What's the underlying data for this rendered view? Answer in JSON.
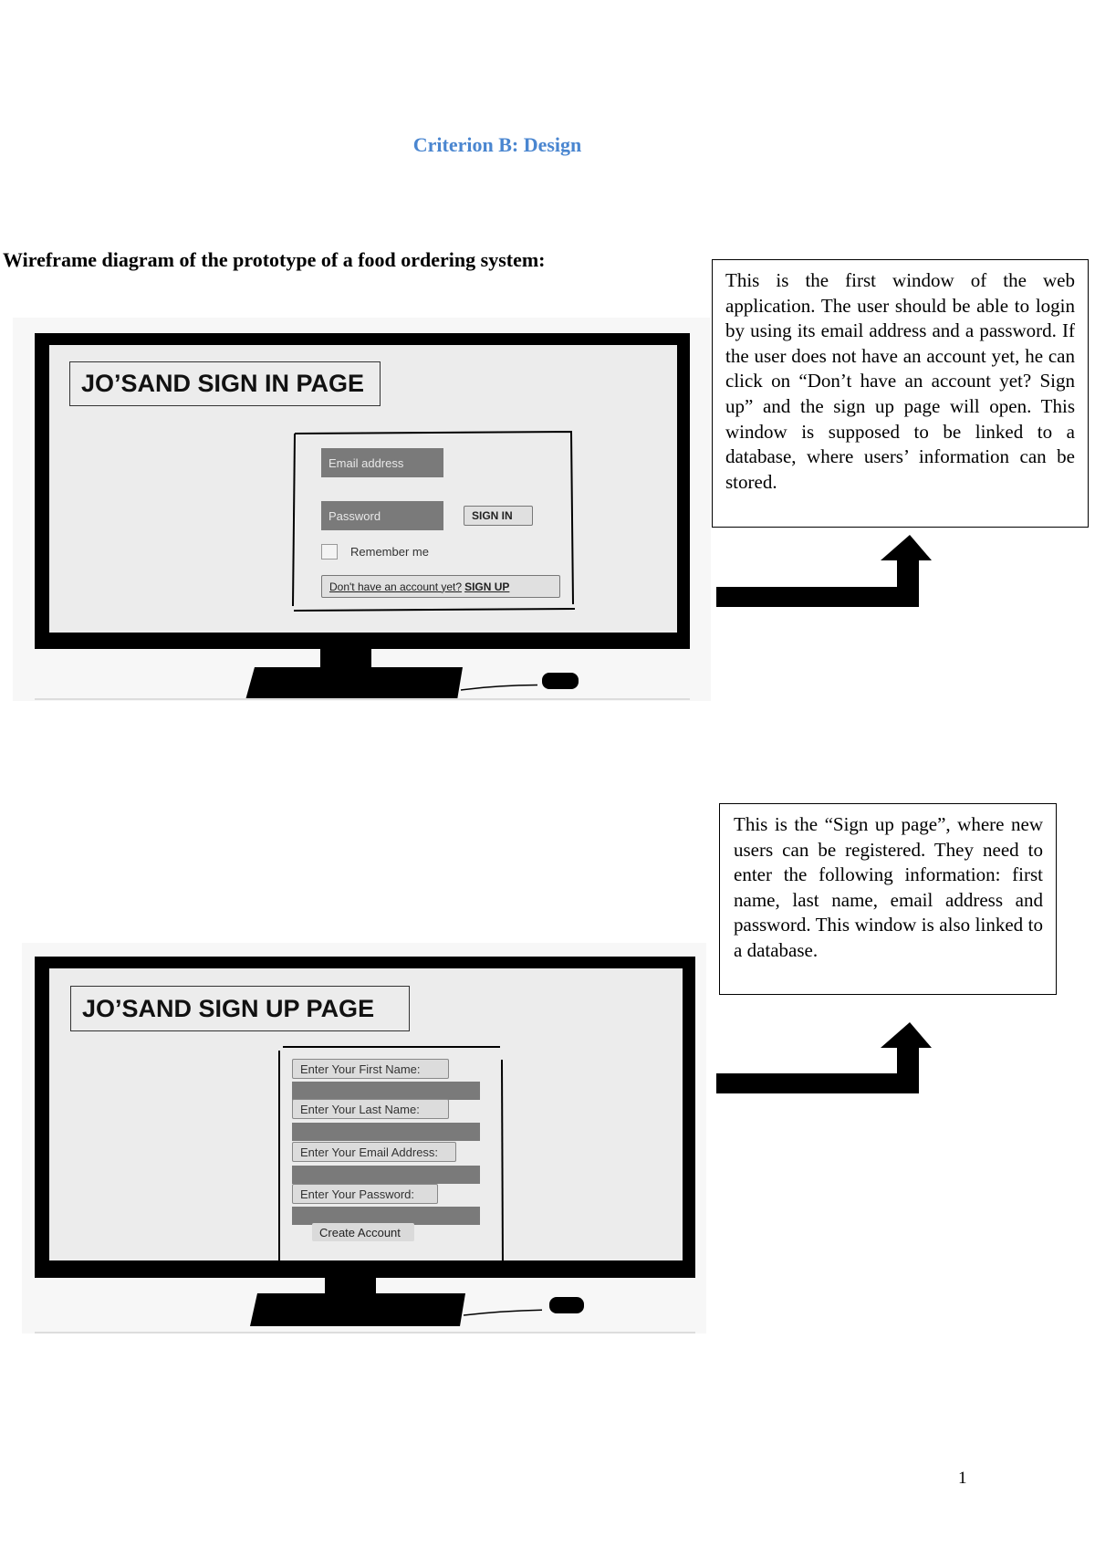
{
  "document": {
    "heading": "Criterion B: Design",
    "subheading": "Wireframe diagram of the prototype of a food ordering system:",
    "page_number": "1"
  },
  "notes": {
    "first": "This is the first window of the web application. The user should be able to login by using its email address and a password. If the user does not have an account yet, he can click on “Don’t have an account yet? Sign up” and the sign up page will open. This window is supposed to be linked to a database, where users’ information can be stored.",
    "second": "This is the “Sign up page”, where new users can be registered. They need to enter the following information: first name, last name, email address and password. This window is also linked to a database."
  },
  "sign_in": {
    "title": "JO’SAND SIGN IN PAGE",
    "email_placeholder": "Email address",
    "password_placeholder": "Password",
    "sign_in_button": "SIGN IN",
    "remember_me": "Remember me",
    "signup_link_prefix": "Don't have an account yet? ",
    "signup_link_action": "SIGN UP"
  },
  "sign_up": {
    "title": "JO’SAND SIGN UP PAGE",
    "first_name_label": "Enter Your First Name:",
    "last_name_label": "Enter Your Last Name:",
    "email_label": "Enter Your Email Address:",
    "password_label": "Enter Your Password:",
    "create_button": "Create Account"
  }
}
